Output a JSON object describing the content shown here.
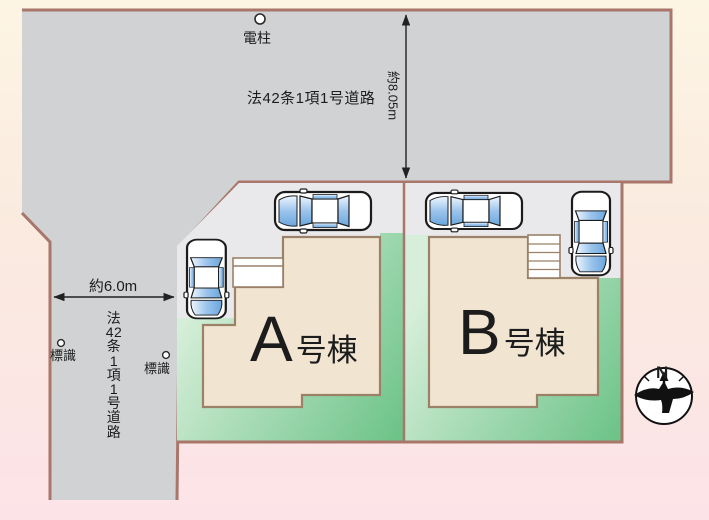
{
  "labels": {
    "top_road": "法42条1項1号道路",
    "top_road_width": "約8.05m",
    "utility_pole": "電柱",
    "left_road_lines": [
      "法",
      "42",
      "条",
      "1",
      "項",
      "1",
      "号",
      "道",
      "路"
    ],
    "left_road_width": "約6.0m",
    "sign": "標識",
    "lot_a_letter": "A",
    "lot_a_suffix": "号棟",
    "lot_b_letter": "B",
    "lot_b_suffix": "号棟",
    "compass_north": "N"
  },
  "colors": {
    "background_top": "#fdf5e4",
    "background_bottom": "#fce3e8",
    "road_fill": "#d0d2d4",
    "border_brown": "#a8766b",
    "parking_fill": "#e9e9eb",
    "building_fill": "#f1e5d2",
    "building_stroke": "#9a8168",
    "green_light": "#d7efda",
    "green_dark": "#66c083",
    "car_glass": "#7fb5e6"
  }
}
